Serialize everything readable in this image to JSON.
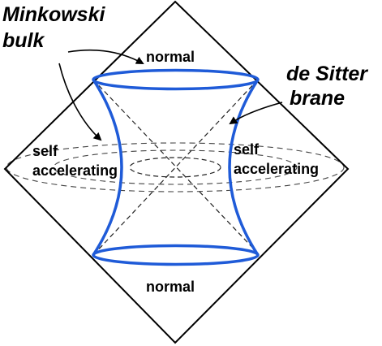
{
  "labels": {
    "minkowski_line1": "Minkowski",
    "minkowski_line2": "bulk",
    "desitter_line1": "de Sitter",
    "desitter_line2": "brane",
    "normal_top": "normal",
    "normal_bottom": "normal",
    "self_left": "self",
    "accelerating_left": "accelerating",
    "self_right": "self",
    "accelerating_right": "accelerating"
  },
  "colors": {
    "brane": "#1f5bd8",
    "outline": "#000000",
    "dashed": "#333333",
    "text": "#000000"
  }
}
